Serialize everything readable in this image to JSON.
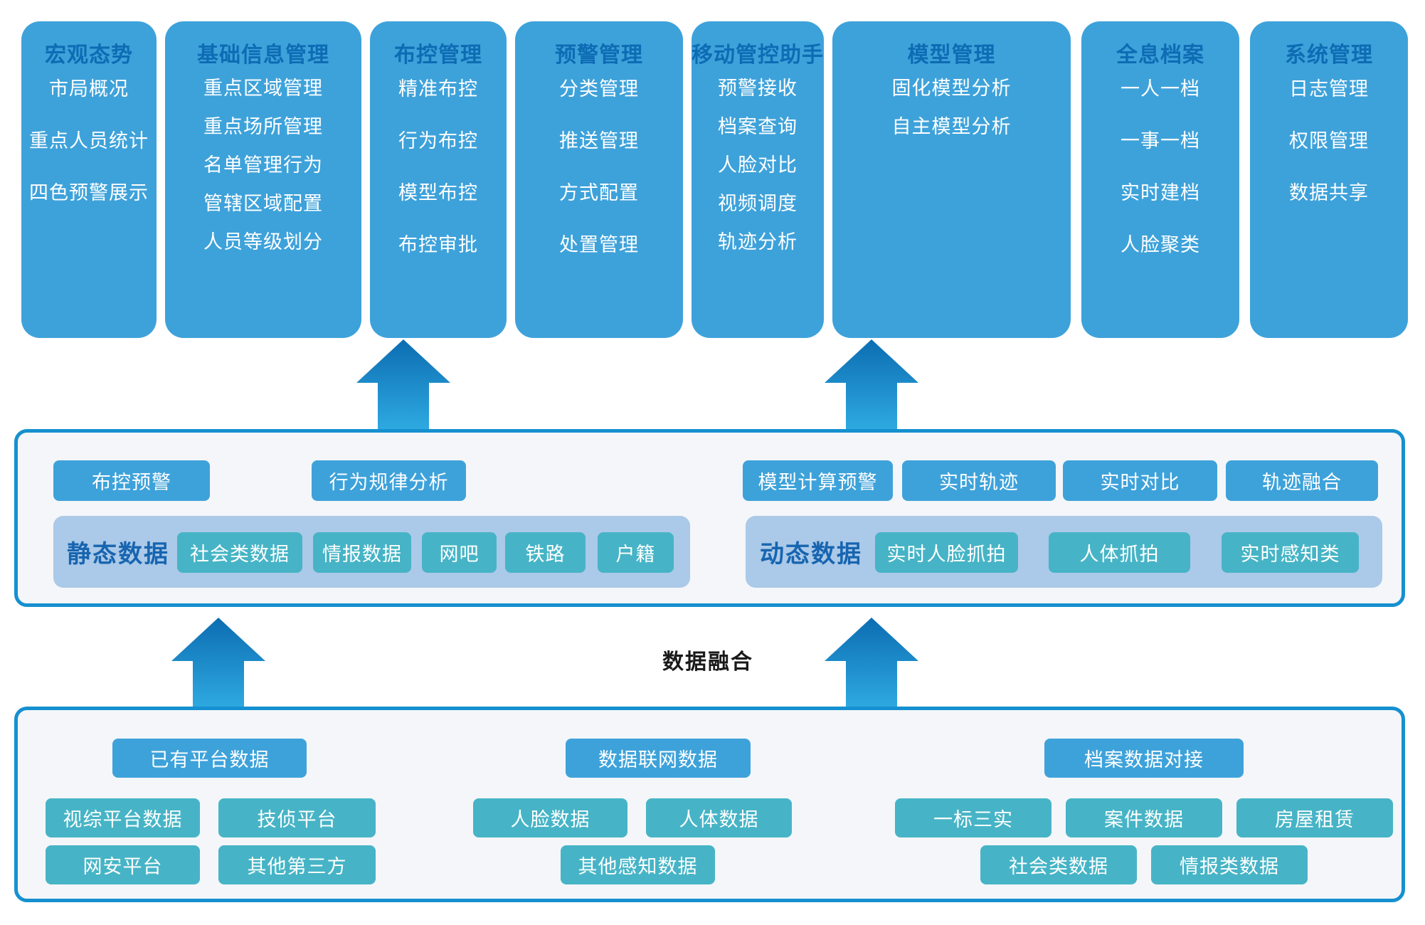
{
  "palette": {
    "module_blue": "#3EA2DA",
    "module_title_blue": "#0D6CB4",
    "teal": "#46B4C6",
    "panel_light_blue": "#ABC9E8",
    "panel_label_blue": "#1765B0",
    "layer_border_blue": "#1590D0",
    "layer_bg": "#F4F6F9",
    "arrow_gradient_top": "#0C6DB2",
    "arrow_gradient_bottom": "#2EA9E0"
  },
  "modules": [
    {
      "title": "宏观态势",
      "items": [
        "市局概况",
        "重点人员统计",
        "四色预警展示"
      ]
    },
    {
      "title": "基础信息管理",
      "items": [
        "重点区域管理",
        "重点场所管理",
        "名单管理行为",
        "管辖区域配置",
        "人员等级划分"
      ]
    },
    {
      "title": "布控管理",
      "items": [
        "精准布控",
        "行为布控",
        "模型布控",
        "布控审批"
      ]
    },
    {
      "title": "预警管理",
      "items": [
        "分类管理",
        "推送管理",
        "方式配置",
        "处置管理"
      ]
    },
    {
      "title": "移动管控助手",
      "items": [
        "预警接收",
        "档案查询",
        "人脸对比",
        "视频调度",
        "轨迹分析"
      ]
    },
    {
      "title": "模型管理",
      "items": [
        "固化模型分析",
        "自主模型分析"
      ]
    },
    {
      "title": "全息档案",
      "items": [
        "一人一档",
        "一事一档",
        "实时建档",
        "人脸聚类"
      ]
    },
    {
      "title": "系统管理",
      "items": [
        "日志管理",
        "权限管理",
        "数据共享"
      ]
    }
  ],
  "middle_layer": {
    "left_buttons": [
      "布控预警",
      "行为规律分析"
    ],
    "right_buttons": [
      "模型计算预警",
      "实时轨迹",
      "实时对比",
      "轨迹融合"
    ],
    "static_group": {
      "label": "静态数据",
      "items": [
        "社会类数据",
        "情报数据",
        "网吧",
        "铁路",
        "户籍"
      ]
    },
    "dynamic_group": {
      "label": "动态数据",
      "items": [
        "实时人脸抓拍",
        "人体抓拍",
        "实时感知类"
      ]
    }
  },
  "fusion_label": "数据融合",
  "bottom_layer": {
    "groups": [
      {
        "header": "已有平台数据",
        "rows": [
          [
            "视综平台数据",
            "技侦平台"
          ],
          [
            "网安平台",
            "其他第三方"
          ]
        ]
      },
      {
        "header": "数据联网数据",
        "rows": [
          [
            "人脸数据",
            "人体数据"
          ],
          [
            "其他感知数据"
          ]
        ]
      },
      {
        "header": "档案数据对接",
        "rows": [
          [
            "一标三实",
            "案件数据",
            "房屋租赁"
          ],
          [
            "社会类数据",
            "情报类数据"
          ]
        ]
      }
    ]
  }
}
